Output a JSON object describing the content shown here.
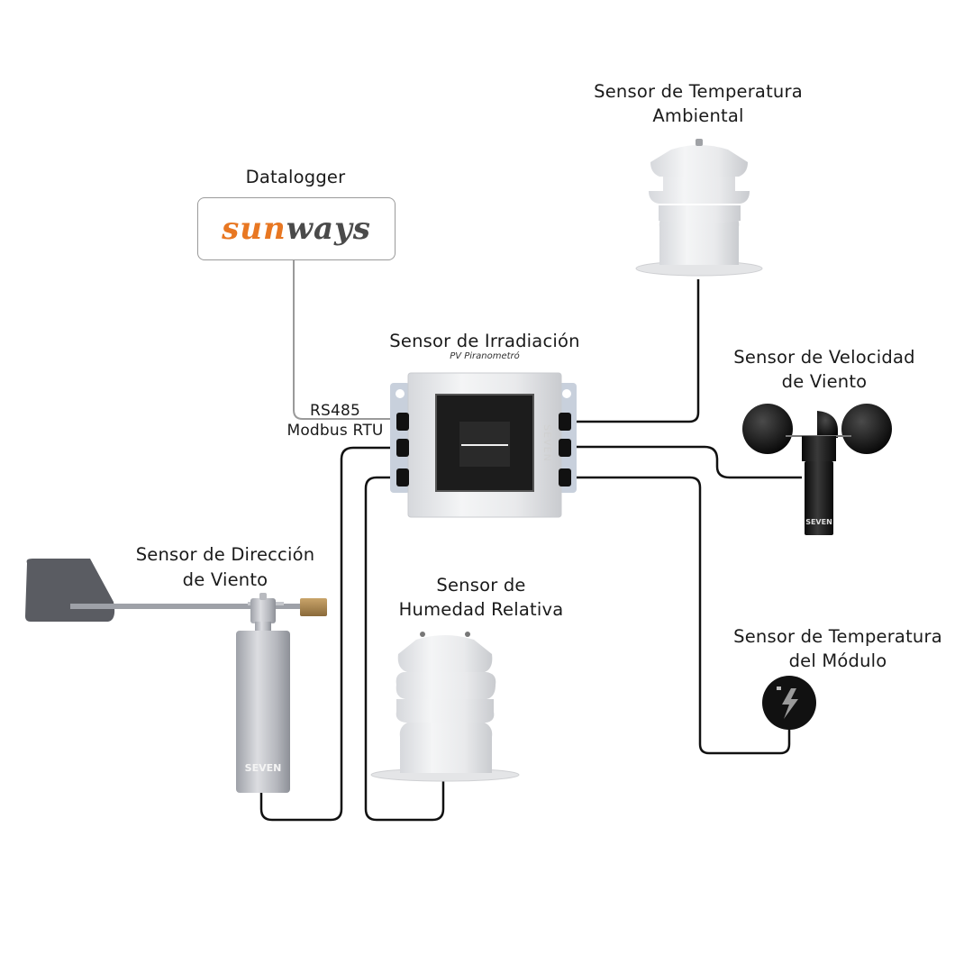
{
  "diagram": {
    "title": "Estación meteorológica con datalogger Sunways",
    "datalogger": {
      "label": "Datalogger",
      "logo_part1": "sun",
      "logo_part2": "ways",
      "logo_colors": {
        "sun": "#e87722",
        "ways": "#4a4a4a"
      }
    },
    "protocol": {
      "line1": "RS485",
      "line2": "Modbus RTU"
    },
    "irradiance_sensor": {
      "label": "Sensor de Irradiación",
      "sublabel": "PV Piranometró",
      "brand": "SEVEN"
    },
    "ambient_temp_sensor": {
      "line1": "Sensor de Temperatura",
      "line2": "Ambiental"
    },
    "wind_speed_sensor": {
      "line1": "Sensor de Velocidad",
      "line2": "de Viento",
      "brand": "SEVEN"
    },
    "module_temp_sensor": {
      "line1": "Sensor de Temperatura",
      "line2": "del Módulo"
    },
    "wind_direction_sensor": {
      "line1": "Sensor de Dirección",
      "line2": "de Viento",
      "brand": "SEVEN"
    },
    "humidity_sensor": {
      "line1": "Sensor de",
      "line2": "Humedad Relativa"
    },
    "colors": {
      "cable": "#111111",
      "comm_cable": "#9a9a9a",
      "accent": "#e87722"
    }
  }
}
